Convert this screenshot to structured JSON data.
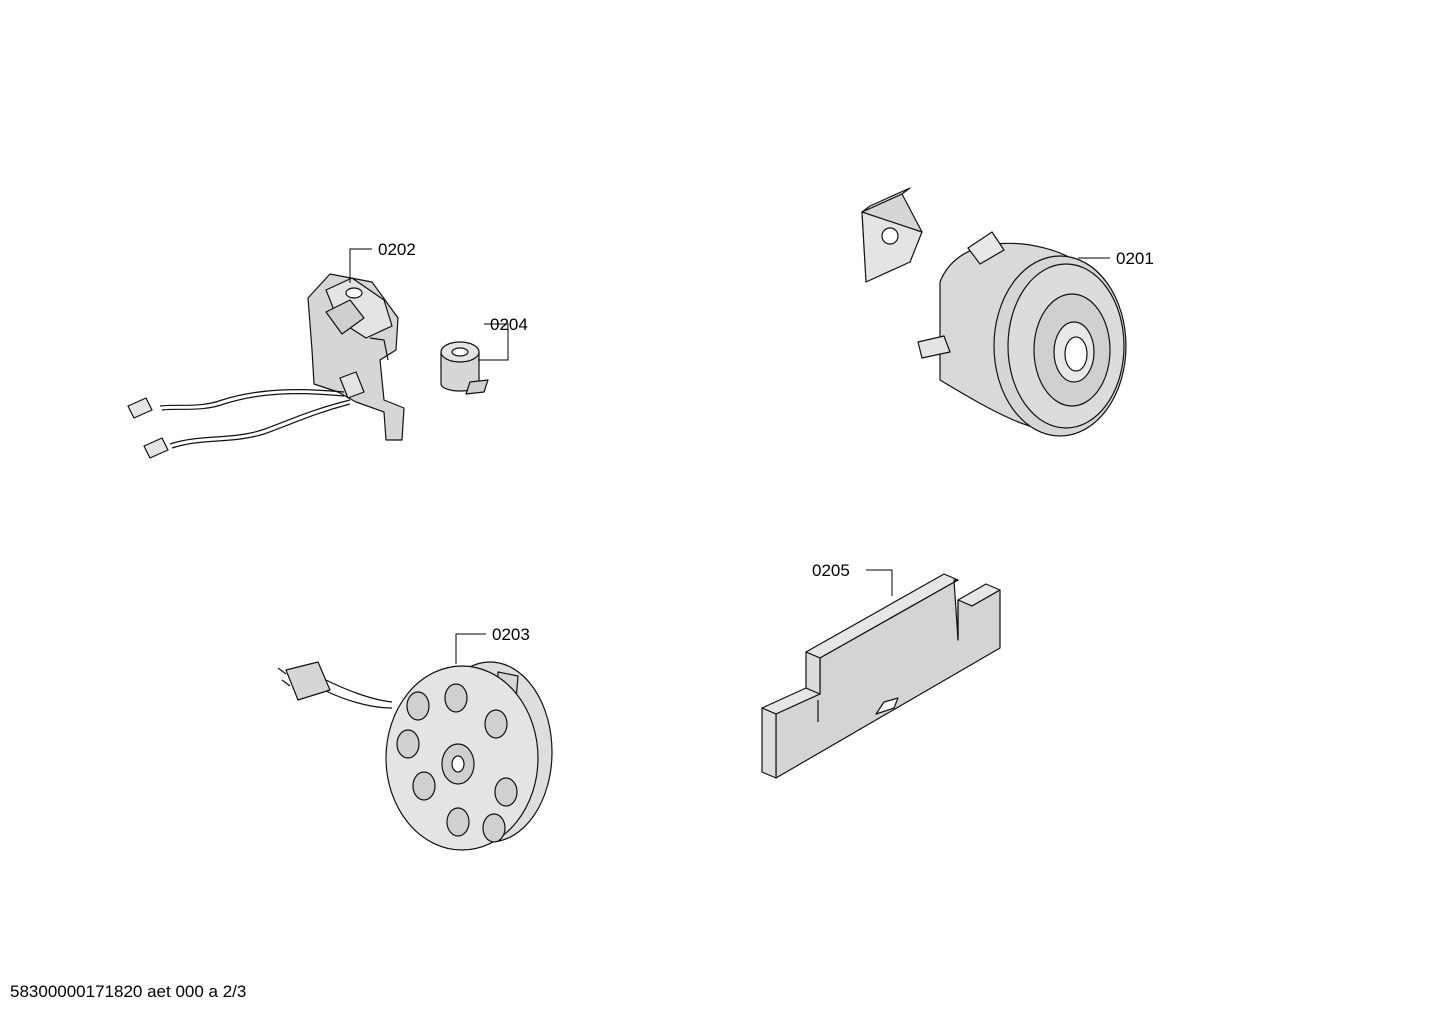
{
  "parts": [
    {
      "id": "motor",
      "label": "0201"
    },
    {
      "id": "control-board",
      "label": "0202"
    },
    {
      "id": "cable-reel",
      "label": "0203"
    },
    {
      "id": "coil",
      "label": "0204"
    },
    {
      "id": "foam-filter",
      "label": "0205"
    }
  ],
  "footer": {
    "text": "58300000171820 aet 000 a 2/3"
  },
  "colors": {
    "part_fill": "#d6d6d6",
    "part_fill_light": "#e4e4e4",
    "line": "#000000"
  }
}
